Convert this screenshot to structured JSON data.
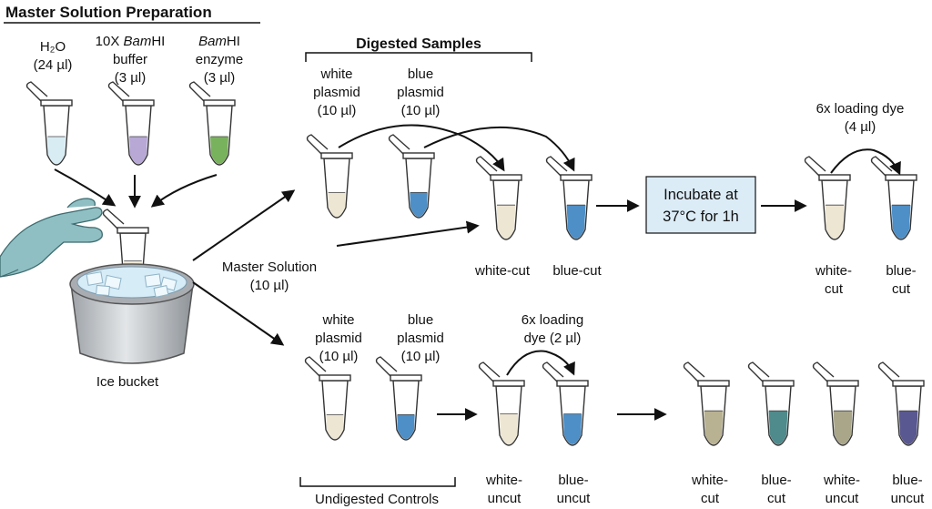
{
  "colors": {
    "water": "#d8ecf4",
    "buffer": "#b7a8d6",
    "enzyme": "#79b25c",
    "white_plasmid": "#ede6d3",
    "blue_plasmid": "#4d8fc6",
    "dyed_white": "#b9b292",
    "dyed_teal": "#4f8a8c",
    "dyed_olive": "#a9a68a",
    "dyed_purple": "#5a5890",
    "ice": "#d6ecf7",
    "glove": "#8fbfc2",
    "incubate_box": "#dbecf7"
  },
  "header": {
    "title": "Master Solution Preparation"
  },
  "reagents": {
    "water": {
      "line1": "H₂O",
      "line2": "(24 µl)"
    },
    "buffer": {
      "line1_a": "10X ",
      "line1_b": "Bam",
      "line1_c": "HI",
      "line2": "buffer",
      "line3": "(3 µl)"
    },
    "enzyme": {
      "line1_a": "Bam",
      "line1_b": "HI",
      "line2": "enzyme",
      "line3": "(3 µl)"
    }
  },
  "ice_bucket": {
    "label": "Ice bucket"
  },
  "master_solution": {
    "line1": "Master Solution",
    "line2": "(10 µl)"
  },
  "digested": {
    "title": "Digested Samples",
    "white": {
      "l1": "white",
      "l2": "plasmid",
      "l3": "(10 µl)"
    },
    "blue": {
      "l1": "blue",
      "l2": "plasmid",
      "l3": "(10 µl)"
    },
    "out_white": "white-cut",
    "out_blue": "blue-cut"
  },
  "incubate": {
    "line1": "Incubate at",
    "line2": "37°C for 1h"
  },
  "dye_top": {
    "line1": "6x loading dye",
    "line2": "(4 µl)"
  },
  "final_cut": {
    "white": {
      "l1": "white-",
      "l2": "cut"
    },
    "blue": {
      "l1": "blue-",
      "l2": "cut"
    }
  },
  "undigested": {
    "title": "Undigested Controls",
    "white": {
      "l1": "white",
      "l2": "plasmid",
      "l3": "(10 µl)"
    },
    "blue": {
      "l1": "blue",
      "l2": "plasmid",
      "l3": "(10 µl)"
    }
  },
  "dye_bottom": {
    "line1": "6x loading",
    "line2": "dye (2 µl)"
  },
  "uncut": {
    "white": {
      "l1": "white-",
      "l2": "uncut"
    },
    "blue": {
      "l1": "blue-",
      "l2": "uncut"
    }
  },
  "final_row": [
    {
      "l1": "white-",
      "l2": "cut"
    },
    {
      "l1": "blue-",
      "l2": "cut"
    },
    {
      "l1": "white-",
      "l2": "uncut"
    },
    {
      "l1": "blue-",
      "l2": "uncut"
    }
  ]
}
